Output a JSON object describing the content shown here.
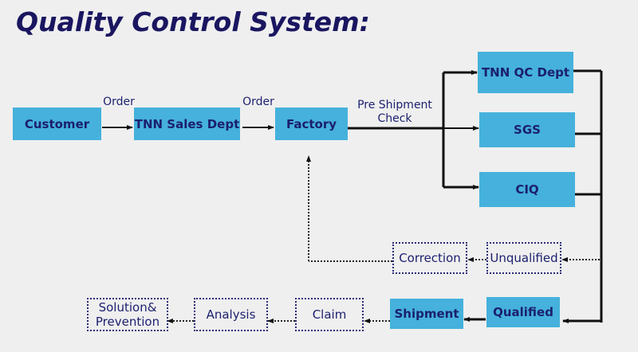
{
  "title": "Quality Control System:",
  "nodes": {
    "customer": "Customer",
    "sales": "TNN Sales Dept",
    "factory": "Factory",
    "qc": "TNN QC Dept",
    "sgs": "SGS",
    "ciq": "CIQ",
    "unqualified": "Unqualified",
    "correction": "Correction",
    "qualified": "Qualified",
    "shipment": "Shipment",
    "claim": "Claim",
    "analysis": "Analysis",
    "solution_line1": "Solution&",
    "solution_line2": "Prevention"
  },
  "edge_labels": {
    "order1": "Order",
    "order2": "Order",
    "pre_shipment_line1": "Pre Shipment",
    "pre_shipment_line2": "Check"
  }
}
